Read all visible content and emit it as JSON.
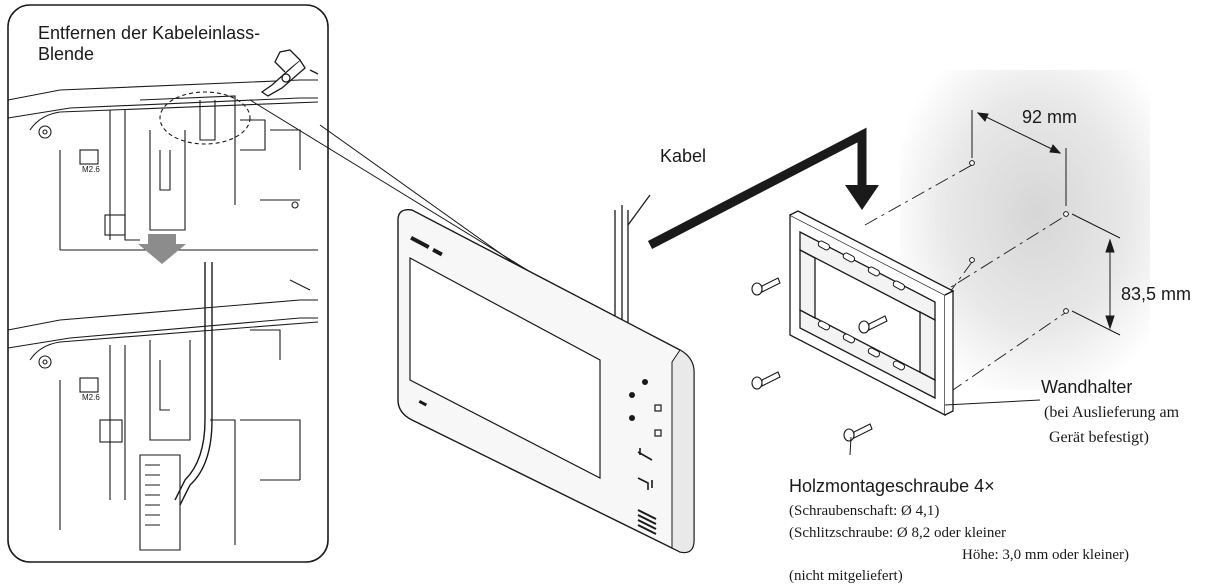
{
  "labels": {
    "cap_line1": "Entfernen der Kabeleinlass-",
    "cap_line2": "Blende",
    "kabel": "Kabel",
    "dim_width": "92 mm",
    "dim_height": "83,5 mm",
    "wandhalter_title": "Wandhalter",
    "wandhalter_note1": "(bei Auslieferung am",
    "wandhalter_note2": "Gerät befestigt)",
    "screw_title": "Holzmontageschraube 4×",
    "screw_line1": "(Schraubenschaft: Ø 4,1)",
    "screw_line2": "(Schlitzschraube: Ø 8,2 oder kleiner",
    "screw_line3": "Höhe: 3,0 mm oder kleiner)",
    "screw_line4": "(nicht mitgeliefert)",
    "panel_marking_top": "M2.6",
    "panel_marking_bottom": "M2.6"
  },
  "colors": {
    "line": "#1a1a1a",
    "wall_shade": "#dcdcdc",
    "arrow_gray": "#8c8c8c",
    "device_face": "#f7f7f7",
    "screen": "#ffffff"
  },
  "icons": [
    "scissors-icon",
    "down-arrow-icon",
    "device-button-icon",
    "screw-icon"
  ]
}
